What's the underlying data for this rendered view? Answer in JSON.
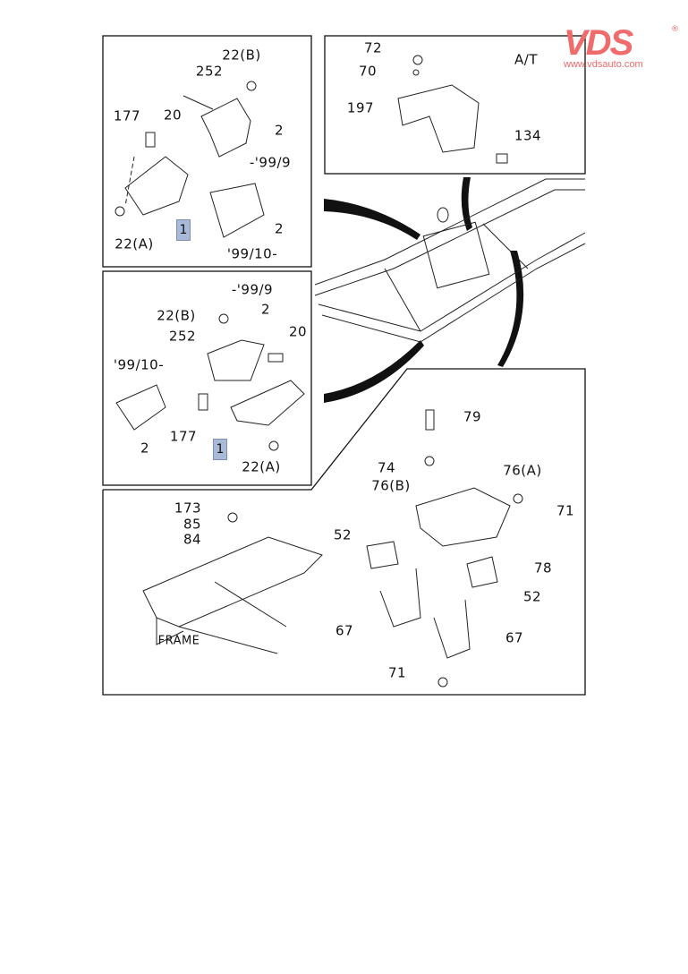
{
  "logo": {
    "brand": "VDS",
    "registered": "®",
    "url": "www.vdsauto.com"
  },
  "labels": [
    "22(B)",
    "252",
    "20",
    "177",
    "2",
    "-'99/9",
    "2",
    "22(A)",
    "'99/10-",
    "72",
    "A/T",
    "70",
    "197",
    "134",
    "-'99/9",
    "2",
    "22(B)",
    "252",
    "20",
    "'99/10-",
    "177",
    "2",
    "22(A)",
    "79",
    "74",
    "76(A)",
    "76(B)",
    "71",
    "173",
    "85",
    "84",
    "52",
    "78",
    "52",
    "FRAME",
    "67",
    "67",
    "71"
  ],
  "badges": [
    "1",
    "1"
  ]
}
